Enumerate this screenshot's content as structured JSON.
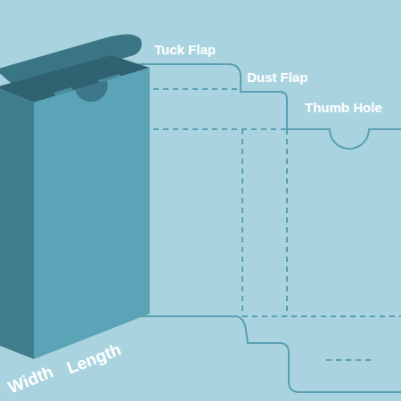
{
  "diagram": {
    "labels": [
      "Tuck Flap",
      "Dust Flap",
      "Thumb Hole",
      "Length",
      "Width"
    ]
  }
}
